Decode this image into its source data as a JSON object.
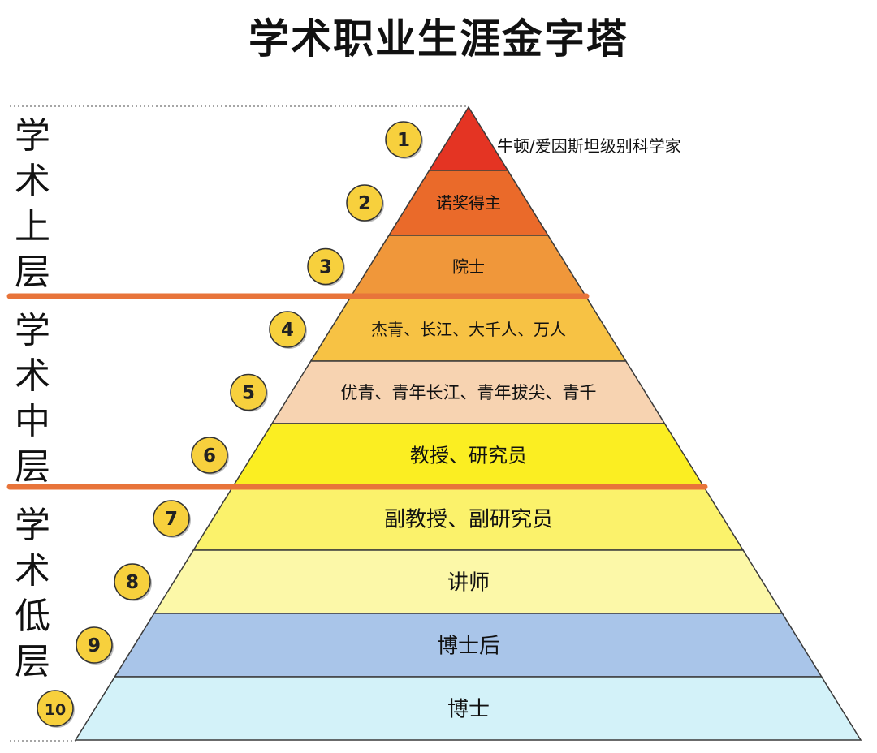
{
  "title": "学术职业生涯金字塔",
  "tiers": [
    {
      "label": "学术上层"
    },
    {
      "label": "学术中层"
    },
    {
      "label": "学术低层"
    }
  ],
  "levels": [
    {
      "rank": "1",
      "text": "牛顿/爱因斯坦级别科学家",
      "color": "#e43423"
    },
    {
      "rank": "2",
      "text": "诺奖得主",
      "color": "#ea6a2a"
    },
    {
      "rank": "3",
      "text": "院士",
      "color": "#f0973a"
    },
    {
      "rank": "4",
      "text": "杰青、长江、大千人、万人",
      "color": "#f7c244"
    },
    {
      "rank": "5",
      "text": "优青、青年长江、青年拔尖、青千",
      "color": "#f7d3b1"
    },
    {
      "rank": "6",
      "text": "教授、研究员",
      "color": "#fbee22"
    },
    {
      "rank": "7",
      "text": "副教授、副研究员",
      "color": "#fbf26b"
    },
    {
      "rank": "8",
      "text": "讲师",
      "color": "#fcf8a8"
    },
    {
      "rank": "9",
      "text": "博士后",
      "color": "#a9c5e9"
    },
    {
      "rank": "10",
      "text": "博士",
      "color": "#d3f2f9"
    }
  ],
  "colors": {
    "divider": "#e8743a",
    "badge_fill": "#f7d03d",
    "band_stroke": "#3a3a3a"
  }
}
